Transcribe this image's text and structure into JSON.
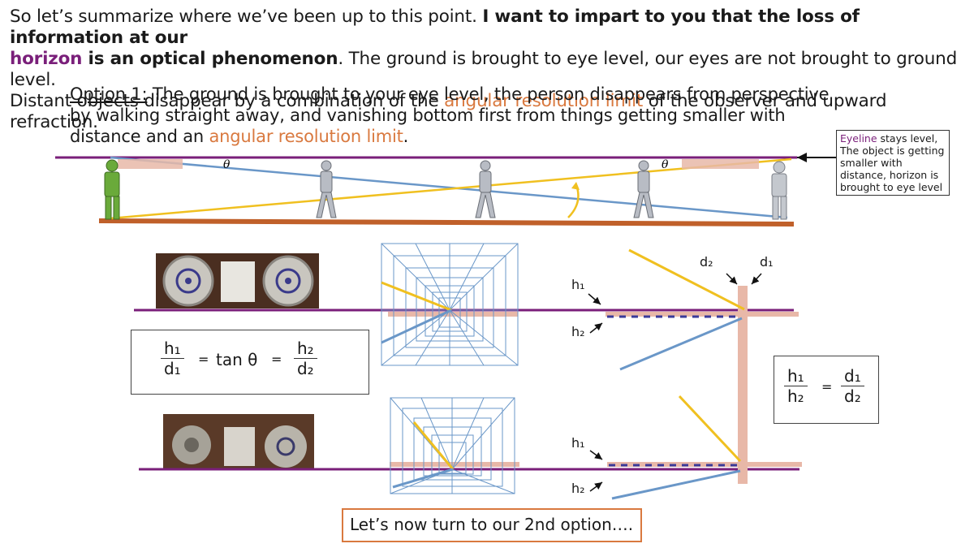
{
  "intro": {
    "line1_plain": "So let’s summarize where we’ve been up to this point.  ",
    "line1_bold": "I want to impart to you that the loss of information at our",
    "line2_purple": "horizon",
    "line2_bold": " is an optical phenomenon",
    "line2_rest": ".  The ground is brought to eye level, our eyes are not brought to ground level.",
    "line3_a": "Distant objects disappear by a combination of the ",
    "line3_orange": "angular resolution limit",
    "line3_b": " of the observer and upward refraction."
  },
  "option": {
    "label": "Option 1:",
    "text": " The ground is brought to your eye level, the person disappears from perspective by walking straight away, and vanishing bottom first from things getting smaller with distance and an ",
    "orange": "angular resolution limit",
    "end": "."
  },
  "note": {
    "purple": "Eyeline",
    "rest": " stays level, The object is getting smaller with distance, horizon is brought to eye level"
  },
  "theta": "θ",
  "labels": {
    "h1": "h₁",
    "h2": "h₂",
    "d1": "d₁",
    "d2": "d₂",
    "equals": "=",
    "tan": "tan θ"
  },
  "cta": "Let’s now turn to our 2nd option….",
  "colors": {
    "purple": "#7a1f7a",
    "orange": "#d9793f",
    "yellow": "#f0c020",
    "blue": "#6a97c8",
    "brown": "#c0602a",
    "pink": "#e8b8a8",
    "green": "#6aaa3a",
    "grey": "#b8bcc4"
  }
}
